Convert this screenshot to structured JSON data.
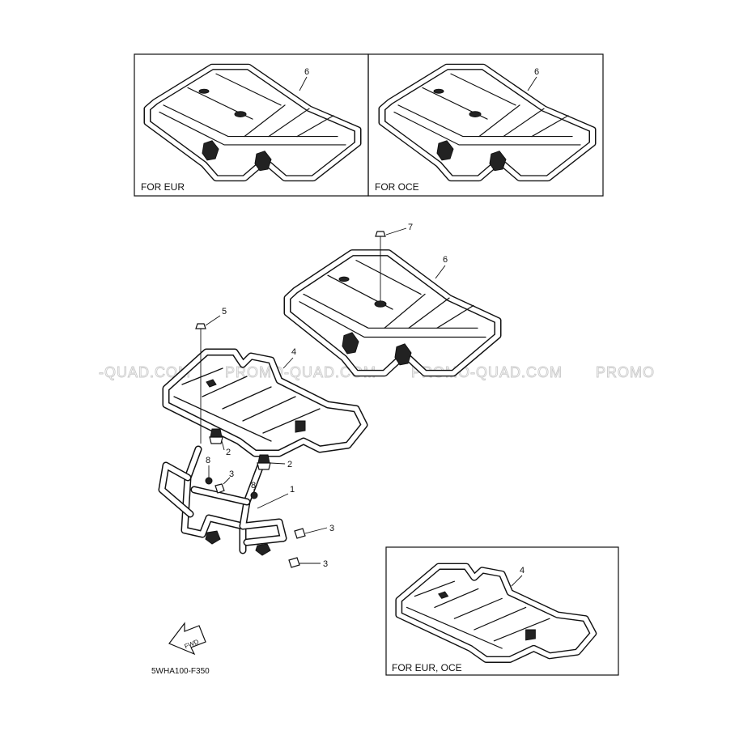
{
  "watermarks": [
    "-QUAD.COM",
    "PROMO-QUAD.COM",
    "PROMO-QUAD.COM",
    "PROMO"
  ],
  "insets": {
    "eur": {
      "label": "FOR EUR",
      "part_number": "6"
    },
    "oce": {
      "label": "FOR OCE",
      "part_number": "6"
    },
    "eur_oce": {
      "label": "FOR EUR, OCE",
      "part_number": "4"
    }
  },
  "callouts": {
    "c1": "1",
    "c2a": "2",
    "c2b": "2",
    "c3a": "3",
    "c3b": "3",
    "c3c": "3",
    "c4": "4",
    "c5": "5",
    "c6": "6",
    "c7": "7",
    "c8a": "8",
    "c8b": "8"
  },
  "fwd_label": "FWD",
  "diagram_code": "5WHA100-F350"
}
